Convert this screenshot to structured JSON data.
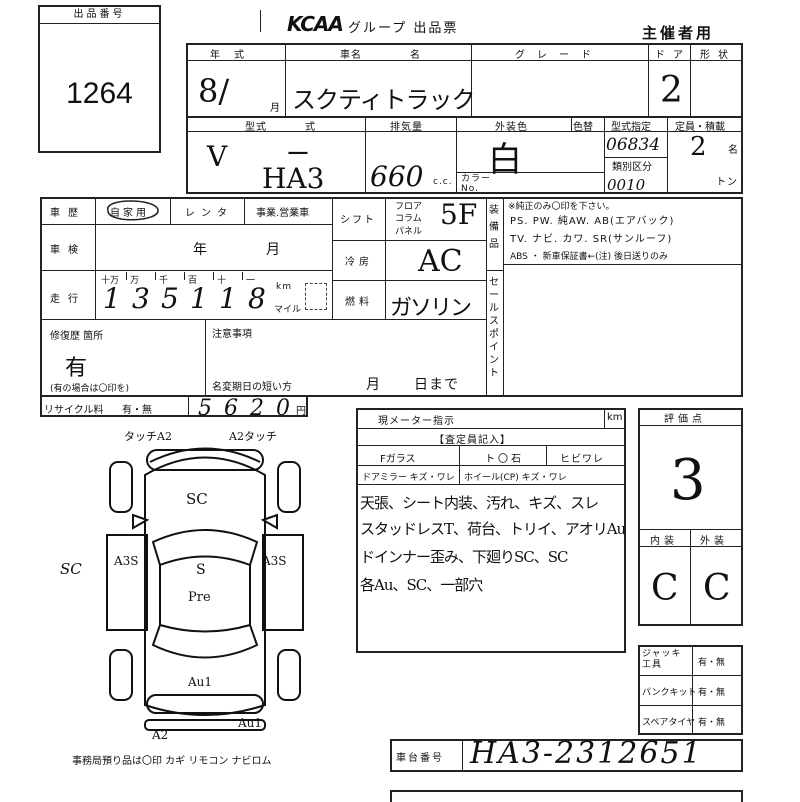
{
  "lot": {
    "label": "出品番号",
    "number": "1264"
  },
  "header": {
    "logo": "KCAA",
    "title": "グループ 出品票",
    "organizer": "主催者用"
  },
  "row1": {
    "year_label": "年式",
    "year_value": "8/",
    "month_unit": "月",
    "name_label": "車名",
    "name_value": "スクティトラック",
    "grade_label": "グレード",
    "door_label": "ドア",
    "door_value": "2",
    "shape_label": "形状"
  },
  "row2": {
    "model_label": "型式",
    "model_value_1": "V",
    "model_value_2": "ー",
    "model_value_3": "HA3",
    "disp_label": "排気量",
    "disp_value": "660",
    "cc_unit": "c.c.",
    "color_label": "外装色",
    "color_change_label": "色替",
    "color_value": "白",
    "color_no_label": "カラーNo.",
    "type_label": "型式指定",
    "type_value": "06834",
    "class_label": "類別区分",
    "class_value": "0010",
    "capacity_label": "定員・積載",
    "capacity_value": "2",
    "person_unit": "名",
    "ton_unit": "トン"
  },
  "history": {
    "label": "車歴",
    "option_private": "自家用",
    "option_rental": "レンタ",
    "option_business": "事業.営業車"
  },
  "inspection": {
    "label": "車検",
    "year_unit": "年",
    "month_unit": "月"
  },
  "mileage": {
    "label": "走行",
    "digit_labels": [
      "十万",
      "万",
      "千",
      "百",
      "十",
      "一"
    ],
    "digits": [
      "1",
      "3",
      "5",
      "1",
      "1",
      "8"
    ],
    "unit_km": "km",
    "unit_mile": "マイル"
  },
  "shift": {
    "label": "シフト",
    "options": [
      "フロア",
      "コラム",
      "パネル"
    ],
    "value": "5F"
  },
  "aircon": {
    "label": "冷房",
    "value": "AC"
  },
  "fuel": {
    "label": "燃料",
    "value": "ガソリン"
  },
  "equipment": {
    "label": "装備品",
    "note": "※純正のみ〇印を下さい。",
    "line1": "PS. PW. 純AW. AB(エアバック)",
    "line2": "TV. ナビ. カワ. SR(サンルーフ)",
    "line3": "ABS ・ 新車保証書←(注) 後日送りのみ"
  },
  "sales_point": {
    "label": "セールスポイント"
  },
  "repair": {
    "label": "修復歴 箇所",
    "value": "有",
    "note": "(有の場合は〇印を)"
  },
  "notes": {
    "label": "注意事項",
    "name_change": "名変期日の短い方",
    "month": "月",
    "day": "日まで"
  },
  "recycle": {
    "label": "リサイクル料",
    "options": "有・無",
    "value": "5620",
    "unit": "円"
  },
  "meter": {
    "label": "現メーター指示",
    "unit": "km"
  },
  "inspector": {
    "label": "【査定員記入】",
    "glass": "Fガラス",
    "stone": "ト〇石",
    "crack": "ヒビワレ",
    "mirror": "ドアミラー キズ・ワレ",
    "wheel": "ホイール(CP) キズ・ワレ",
    "comments": [
      "天張、シート内装、汚れ、キズ、スレ",
      "スタッドレスT、荷台、トリイ、アオリAu",
      "ドインナー歪み、下廻りSC、SC",
      "各Au、SC、一部穴"
    ]
  },
  "evaluation": {
    "label": "評価点",
    "score": "3",
    "interior_label": "内装",
    "exterior_label": "外装",
    "interior": "C",
    "exterior": "C"
  },
  "accessories": {
    "jack_label": "ジャッキ工具",
    "puncture_label": "パンクキット",
    "spare_label": "スペアタイヤ",
    "yes_no": "有・無"
  },
  "diagram": {
    "annotations": [
      "タッチA2",
      "A2タッチ",
      "SC",
      "SC",
      "A3S",
      "A3S",
      "S",
      "Pre",
      "Au1",
      "Au1",
      "A2"
    ]
  },
  "office_note": "事務局預り品は〇印 カギ リモコン ナビロム",
  "chassis": {
    "label": "車台番号",
    "value": "HA3-2312651"
  }
}
